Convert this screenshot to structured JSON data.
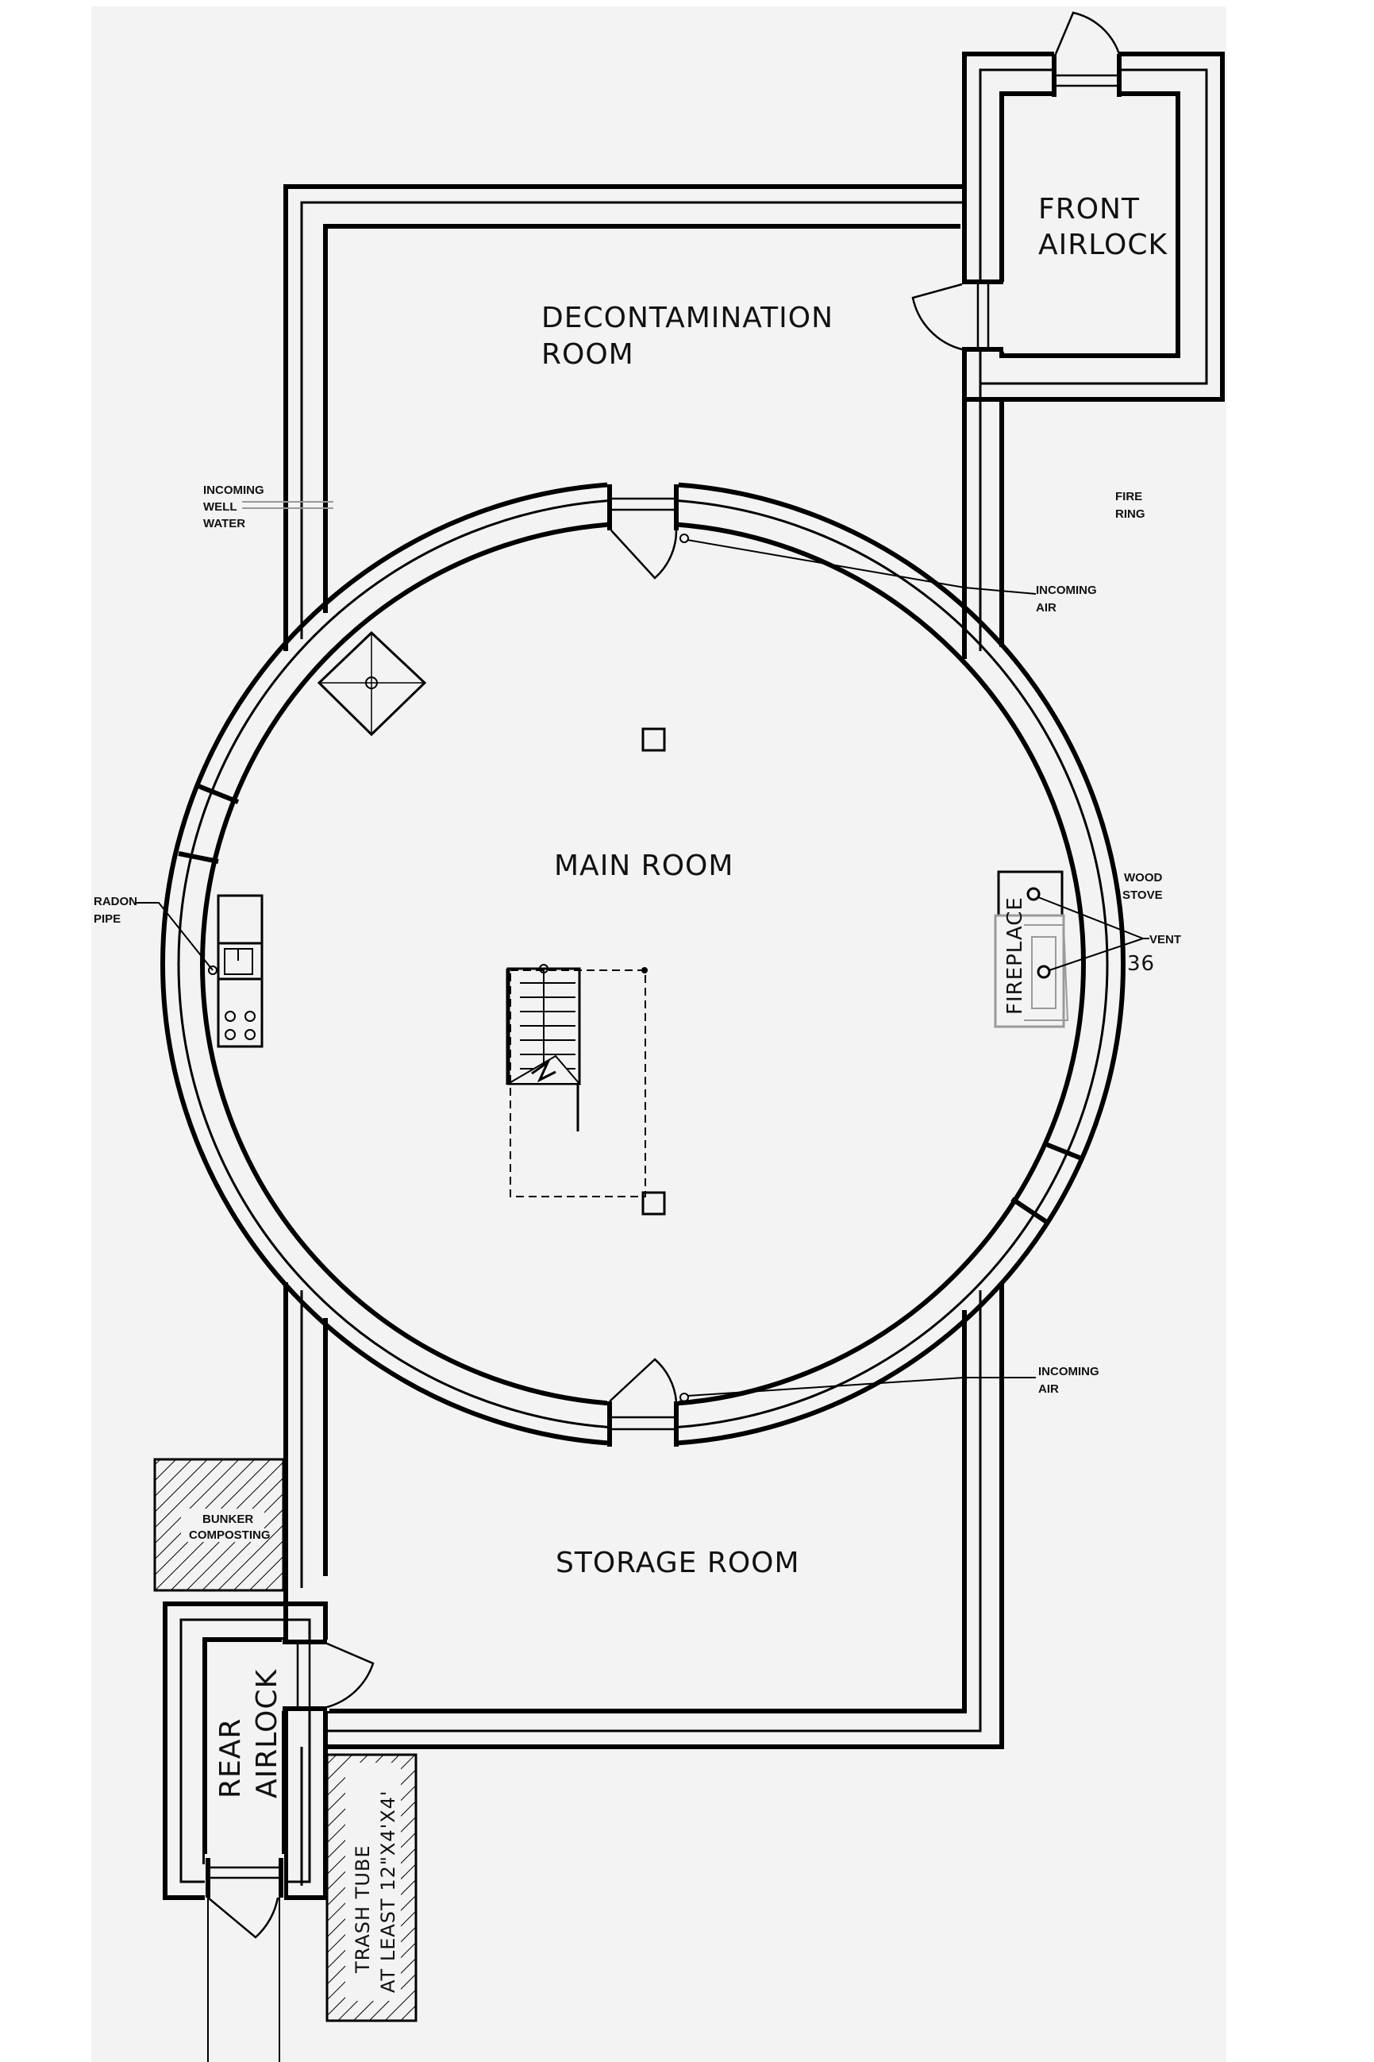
{
  "labels": {
    "front_airlock": [
      "FRONT",
      "AIRLOCK"
    ],
    "decontamination_room": [
      "DECONTAMINATION",
      "ROOM"
    ],
    "incoming_well_water": [
      "INCOMING",
      "WELL",
      "WATER"
    ],
    "fire_ring": [
      "FIRE",
      "RING"
    ],
    "incoming_air_top": [
      "INCOMING",
      "AIR"
    ],
    "main_room": "MAIN  ROOM",
    "radon_pipe": [
      "RADON",
      "PIPE"
    ],
    "wood_stove": [
      "WOOD",
      "STOVE"
    ],
    "vent": "VENT",
    "vent_size": "36",
    "fireplace": "FIREPLACE",
    "incoming_air_bottom": [
      "INCOMING",
      "AIR"
    ],
    "bunker_composting": [
      "BUNKER",
      "COMPOSTING"
    ],
    "storage_room": "STORAGE  ROOM",
    "rear_airlock": [
      "REAR",
      "AIRLOCK"
    ],
    "trash_tube": [
      "TRASH TUBE",
      "AT LEAST 12\"X4'X4'"
    ]
  },
  "colors": {
    "background": "#f3f3f3",
    "ink": "#000000",
    "fireplace_gray": "#9a9a9a"
  }
}
